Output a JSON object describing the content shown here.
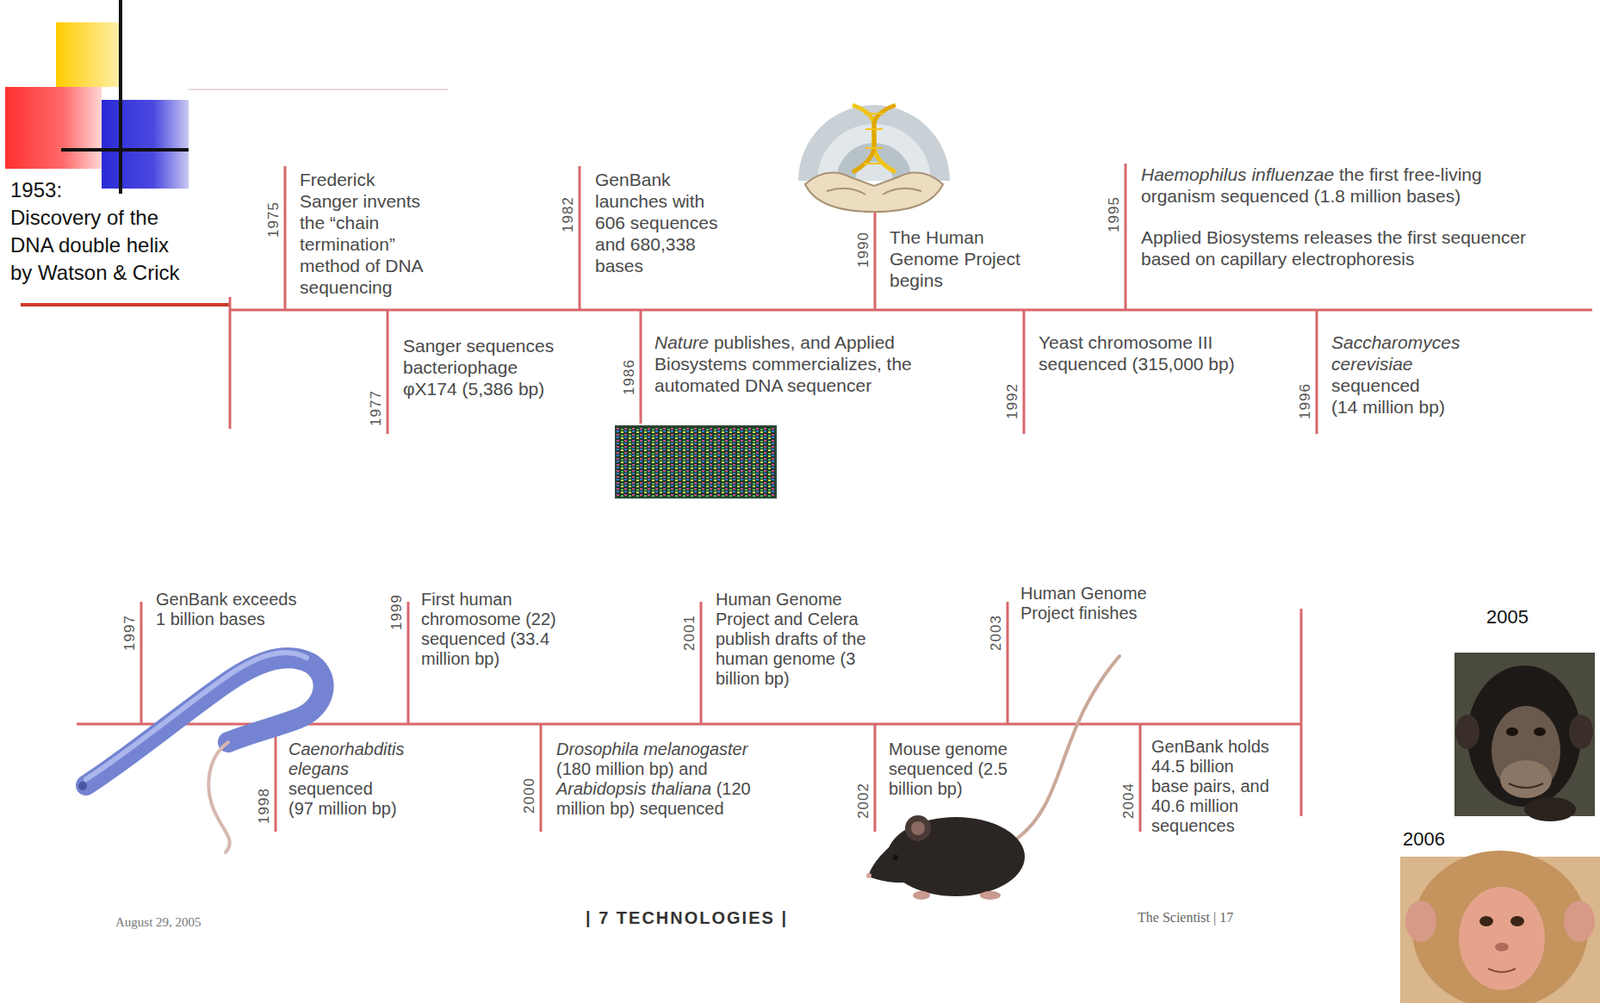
{
  "diagram": {
    "labels": [
      "1953:",
      "Discovery of the DNA double helix by Watson & Crick",
      "1975",
      "Frederick Sanger invents the “chain termination” method of DNA sequencing",
      "1977",
      "Sanger sequences bacteriophage φX174 (5,386 bp)",
      "1982",
      "GenBank launches with 606 sequences and 680,338 bases",
      "1986",
      "Nature",
      "publishes, and Applied Biosystems commercializes, the automated DNA sequencer",
      "1990",
      "The Human Genome Project begins",
      "1992",
      "Yeast chromosome III sequenced (315,000 bp)",
      "1995",
      "Haemophilus influenzae",
      "the first free-living organism sequenced (1.8 million bases)",
      "Applied Biosystems releases the first sequencer based on capillary electrophoresis",
      "1996",
      "Saccharomyces cerevisiae",
      "sequenced (14 million bp)",
      "1997",
      "GenBank exceeds 1 billion bases",
      "1998",
      "Caenorhabditis elegans",
      "sequenced (97 million bp)",
      "1999",
      "First human chromosome (22) sequenced (33.4 million bp)",
      "2000",
      "Drosophila melanogaster",
      "(180 million bp) and",
      "Arabidopsis thaliana",
      "(120 million bp) sequenced",
      "2001",
      "Human Genome Project and Celera publish drafts of the human genome (3 billion bp)",
      "2002",
      "Mouse genome sequenced (2.5 billion bp)",
      "2003",
      "Human Genome Project finishes",
      "2004",
      "GenBank holds 44.5 billion base pairs, and 40.6 million sequences",
      "2005",
      "2006",
      "August 29, 2005",
      "| 7 TECHNOLOGIES |",
      "The Scientist | 17"
    ]
  }
}
